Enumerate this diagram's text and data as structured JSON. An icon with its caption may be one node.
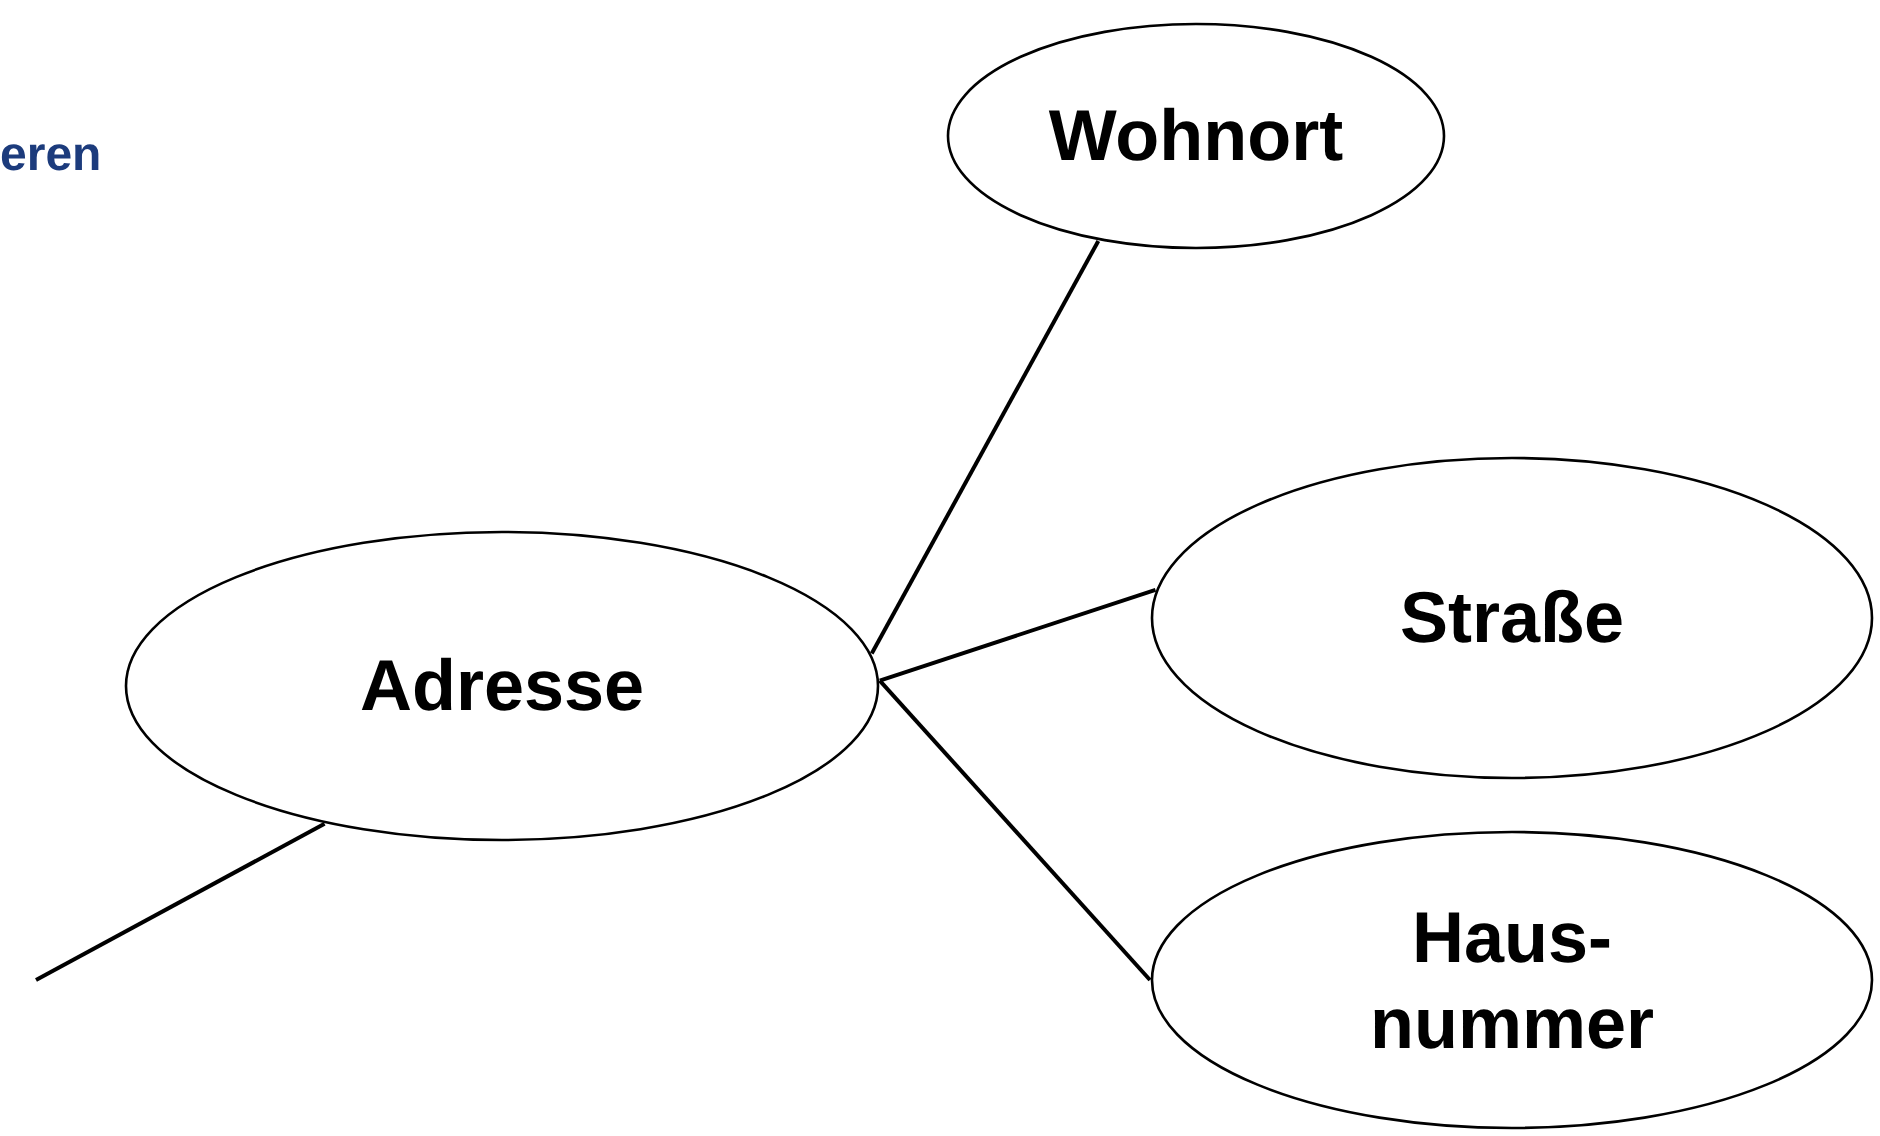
{
  "diagram": {
    "nodes": [
      {
        "text": [
          "Wohnort"
        ]
      },
      {
        "text": [
          "Adresse"
        ]
      },
      {
        "text": [
          "Straße"
        ]
      },
      {
        "text": [
          "Haus- nummer"
        ]
      }
    ],
    "edges": [
      {
        "from": 1,
        "to": 0,
        "arrow": "none"
      },
      {
        "from": 1,
        "to": 2,
        "arrow": "none"
      },
      {
        "from": 1,
        "to": 3,
        "arrow": "none"
      },
      {
        "from": null,
        "to": 1,
        "arrow": "none"
      }
    ],
    "labels": [
      "eren"
    ]
  }
}
